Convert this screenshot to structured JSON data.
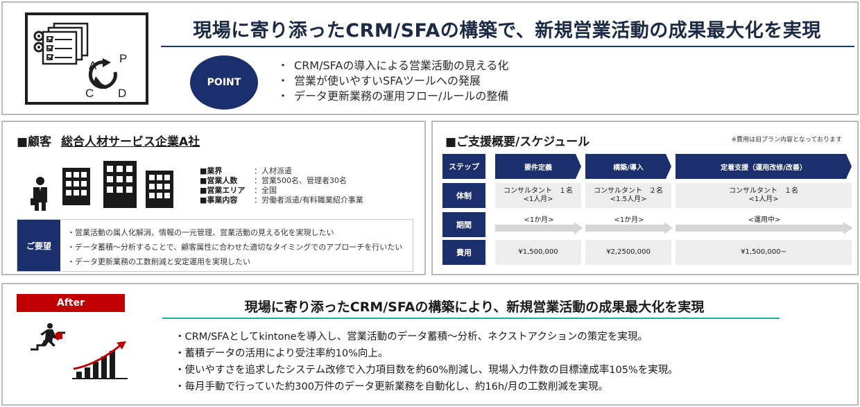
{
  "colors": {
    "navy": "#1a2f6b",
    "red": "#c00000",
    "teal": "#2aa8a8",
    "cell_gray": "#ededed"
  },
  "top": {
    "title": "現場に寄り添ったCRM/SFAの構築で、新規営業活動の成果最大化を実現",
    "point_label": "POINT",
    "points": [
      "CRM/SFAの導入による営業活動の見える化",
      "営業が使いやすいSFAツールへの発展",
      "データ更新業務の運用フロー/ルールの整備"
    ],
    "pdca": {
      "p": "P",
      "d": "D",
      "c": "C",
      "a": "A"
    },
    "icons": [
      "monitor-icon",
      "checklist-icon",
      "pdca-cycle-icon"
    ]
  },
  "customer": {
    "heading": "■顧客",
    "name": "総合人材サービス企業A社",
    "info": [
      {
        "key": "■業界",
        "value": "：人材派遣"
      },
      {
        "key": "■営業人数",
        "value": "：営業500名、管理者30名"
      },
      {
        "key": "■営業エリア",
        "value": "：全国"
      },
      {
        "key": "■事業内容",
        "value": "：労働者派遣/有料職業紹介事業"
      }
    ],
    "request_label": "ご要望",
    "requests": [
      "営業活動の属人化解消、情報の一元管理、営業活動の見える化を実現したい",
      "データ蓄積～分析することで、顧客属性に合わせた適切なタイミングでのアプローチを行いたい",
      "データ更新業務の工数削減と安定運用を実現したい"
    ],
    "icons": [
      "businessman-icon",
      "building-icon"
    ]
  },
  "schedule": {
    "heading": "■ご支援概要/スケジュール",
    "note": "※費用は旧プラン内容となっております",
    "row_labels": [
      "ステップ",
      "体制",
      "期間",
      "費用"
    ],
    "steps": [
      "要件定義",
      "構築/導入",
      "定着支援（運用改修/改善）"
    ],
    "team": [
      {
        "line1": "コンサルタント　１名",
        "line2": "<1人月>"
      },
      {
        "line1": "コンサルタント　２名",
        "line2": "<1.5人月>"
      },
      {
        "line1": "コンサルタント　１名",
        "line2": "<1人月>"
      }
    ],
    "period": [
      "<1か月>",
      "<1か月>",
      "<運用中>"
    ],
    "cost": [
      "¥1,500,000",
      "¥2,2500,000",
      "¥1,500,000~"
    ]
  },
  "after": {
    "tag": "After",
    "title": "現場に寄り添ったCRM/SFAの構築により、新規営業活動の成果最大化を実現",
    "bullets": [
      "CRM/SFAとしてkintoneを導入し、営業活動のデータ蓄積～分析、ネクストアクションの策定を実現。",
      "蓄積データの活用により受注率約10%向上。",
      "使いやすさを追求したシステム改修で入力項目数を約60%削減し、現場入力件数の目標達成率105%を実現。",
      "毎月手動で行っていた約300万件のデータ更新業務を自動化し、約16h/月の工数削減を実現。"
    ],
    "icons": [
      "running-stairs-icon",
      "growth-chart-icon"
    ]
  }
}
